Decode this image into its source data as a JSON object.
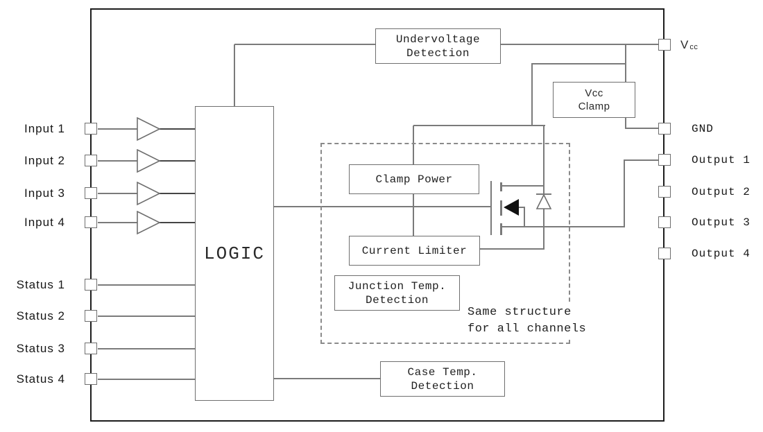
{
  "blocks": {
    "undervoltage": {
      "line1": "Undervoltage",
      "line2": "Detection"
    },
    "vcc_clamp": {
      "line1": "Vcc",
      "line2": "Clamp"
    },
    "logic": {
      "label": "LOGIC"
    },
    "clamp_power": {
      "label": "Clamp Power"
    },
    "current_limiter": {
      "label": "Current Limiter"
    },
    "junction_temp": {
      "line1": "Junction Temp.",
      "line2": "Detection"
    },
    "case_temp": {
      "line1": "Case Temp.",
      "line2": "Detection"
    }
  },
  "annotation": {
    "line1": "Same structure",
    "line2": "for all channels"
  },
  "pins": {
    "inputs": [
      {
        "label": "Input 1"
      },
      {
        "label": "Input 2"
      },
      {
        "label": "Input 3"
      },
      {
        "label": "Input 4"
      }
    ],
    "status": [
      {
        "label": "Status 1"
      },
      {
        "label": "Status 2"
      },
      {
        "label": "Status 3"
      },
      {
        "label": "Status 4"
      }
    ],
    "outputs": [
      {
        "label": "Output 1"
      },
      {
        "label": "Output 2"
      },
      {
        "label": "Output 3"
      },
      {
        "label": "Output 4"
      }
    ],
    "power": {
      "vcc_main": "V",
      "vcc_sub": "cc",
      "gnd": "GND"
    }
  },
  "colors": {
    "wire": "#7a7a7a",
    "chip_border": "#1c1c1c",
    "text": "#1f1f1f",
    "mosfet_arrow_fill": "#111111",
    "background": "#ffffff"
  }
}
